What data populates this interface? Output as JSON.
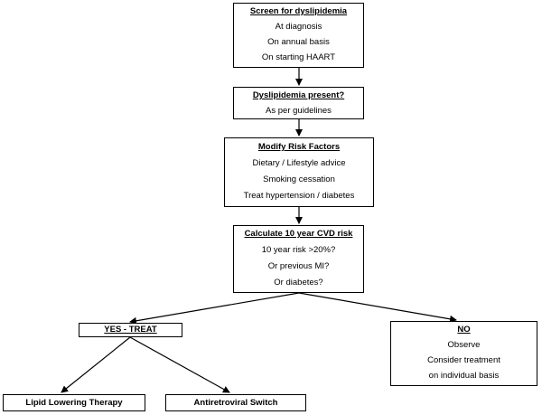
{
  "nodes": {
    "screen": {
      "title": "Screen for dyslipidemia",
      "lines": [
        "At diagnosis",
        "On annual basis",
        "On starting HAART"
      ]
    },
    "present": {
      "title": "Dyslipidemia present?",
      "lines": [
        "As per guidelines"
      ]
    },
    "modify": {
      "title": "Modify Risk Factors",
      "lines": [
        "Dietary / Lifestyle advice",
        "Smoking cessation",
        "Treat hypertension / diabetes"
      ]
    },
    "calculate": {
      "title": "Calculate 10 year CVD risk",
      "lines": [
        "10 year risk >20%?",
        "Or previous MI?",
        "Or diabetes?"
      ]
    },
    "yes": {
      "title": "YES - TREAT"
    },
    "no": {
      "title": "NO",
      "lines": [
        "Observe",
        "Consider treatment",
        "on individual basis"
      ]
    },
    "lipid": {
      "title": "Lipid Lowering Therapy"
    },
    "antiretroviral": {
      "title": "Antiretroviral Switch"
    }
  }
}
